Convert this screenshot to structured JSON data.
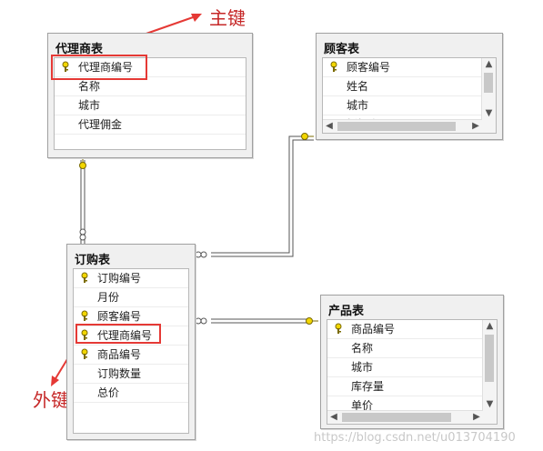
{
  "annotations": {
    "primary_key": "主键",
    "foreign_key": "外键"
  },
  "tables": {
    "agent": {
      "title": "代理商表",
      "rows": [
        "代理商编号",
        "名称",
        "城市",
        "代理佣金"
      ]
    },
    "customer": {
      "title": "顾客表",
      "rows": [
        "顾客编号",
        "姓名",
        "城市",
        "折扣率"
      ]
    },
    "order": {
      "title": "订购表",
      "rows": [
        "订购编号",
        "月份",
        "顾客编号",
        "代理商编号",
        "商品编号",
        "订购数量",
        "总价"
      ]
    },
    "product": {
      "title": "产品表",
      "rows": [
        "商品编号",
        "名称",
        "城市",
        "库存量",
        "单价"
      ]
    }
  },
  "watermark": "https://blog.csdn.net/u013704190",
  "colors": {
    "highlight": "#e53935",
    "annotation": "#c62828",
    "key_icon": "#f2d600",
    "connector": "#555555"
  }
}
